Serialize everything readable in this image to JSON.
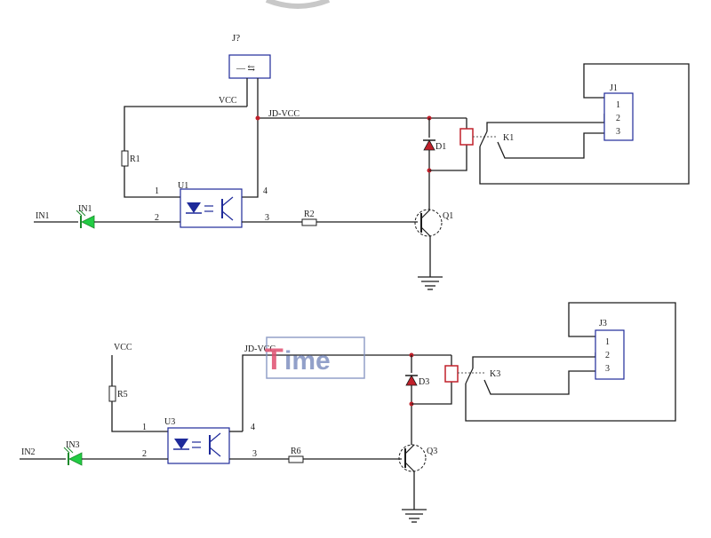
{
  "labels": {
    "j_top": "J?",
    "j_top_inner": "— ⇆",
    "vcc_top": "VCC",
    "jdvcc_top": "JD-VCC",
    "r1": "R1",
    "u1": "U1",
    "in1_net": "IN1",
    "in1_led": "IN1",
    "r2": "R2",
    "q1": "Q1",
    "d1": "D1",
    "k1": "K1",
    "j1": "J1",
    "vcc_bot": "VCC",
    "jdvcc_bot": "JD-VCC",
    "r5": "R5",
    "u3": "U3",
    "in2_net": "IN2",
    "in3_led": "IN3",
    "r6": "R6",
    "q3": "Q3",
    "d3": "D3",
    "k3": "K3",
    "j3": "J3"
  },
  "pins": {
    "u1_p1": "1",
    "u1_p2": "2",
    "u1_p3": "3",
    "u1_p4": "4",
    "u3_p1": "1",
    "u3_p2": "2",
    "u3_p3": "3",
    "u3_p4": "4",
    "j1_1": "1",
    "j1_2": "2",
    "j1_3": "3",
    "j3_1": "1",
    "j3_2": "2",
    "j3_3": "3"
  },
  "watermark": {
    "first": "T",
    "rest": "ime"
  },
  "colors": {
    "wire": "#2a2a6a",
    "frame": "#1e2a9a",
    "junction": "#c0202a",
    "led": "#22cc44",
    "watermark_red": "#e05070",
    "watermark_blue": "#8090c0"
  }
}
